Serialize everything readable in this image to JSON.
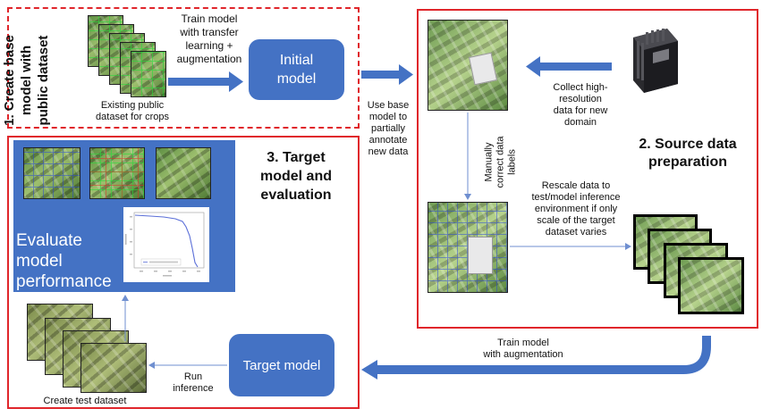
{
  "section1": {
    "title": "1. Create base\nmodel with\npublic dataset",
    "dataset_caption": "Existing public\ndataset for crops",
    "arrow_label": "Train model\nwith transfer\nlearning +\naugmentation",
    "initial_model": "Initial\nmodel"
  },
  "transition_label": "Use base\nmodel to\npartially\nannotate\nnew data",
  "section2": {
    "title": "2. Source data\npreparation",
    "collect_label": "Collect high-\nresolution\ndata for new\ndomain",
    "correct_label": "Manually\ncorrect data\nlabels",
    "rescale_label": "Rescale data to\ntest/model inference\nenvironment if only\nscale of the target\ndataset varies"
  },
  "bottom_arrow_label": "Train model\nwith  augmentation",
  "section3": {
    "title": "3. Target\nmodel and\nevaluation",
    "evaluate_label": "Evaluate model\nperformance",
    "target_model": "Target model",
    "run_inference": "Run\ninference",
    "test_caption": "Create test dataset"
  },
  "colors": {
    "accent_blue": "#4472c4",
    "border_red": "#e0262b"
  },
  "icons": [
    "camera-icon"
  ]
}
